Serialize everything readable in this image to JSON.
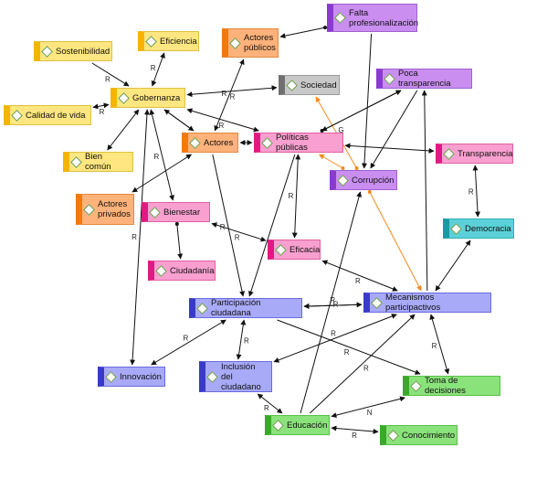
{
  "colors": {
    "yellow": {
      "fill": "#ffe680",
      "bar": "#f5b400",
      "border": "#e0c040"
    },
    "orange": {
      "fill": "#ffb27a",
      "bar": "#f07a10",
      "border": "#e08a40"
    },
    "gray": {
      "fill": "#c8c8c8",
      "bar": "#707070",
      "border": "#999999"
    },
    "purple": {
      "fill": "#c98ef0",
      "bar": "#8a3ad0",
      "border": "#a060d0"
    },
    "pink": {
      "fill": "#f9a0d0",
      "bar": "#e01a82",
      "border": "#e060a0"
    },
    "teal": {
      "fill": "#5cd0d8",
      "bar": "#1a9aa4",
      "border": "#30b0b8"
    },
    "blue": {
      "fill": "#a8aaf8",
      "bar": "#3a3ac8",
      "border": "#6a6ae0"
    },
    "green": {
      "fill": "#8ae27a",
      "bar": "#3aa82a",
      "border": "#5ac04a"
    },
    "edge": "#111111",
    "edge_highlight": "#f08a20"
  },
  "nodes": {
    "sostenibilidad": {
      "label": "Sostenibilidad",
      "color": "yellow"
    },
    "eficiencia": {
      "label": "Eficiencia",
      "color": "yellow"
    },
    "gobernanza": {
      "label": "Gobernanza",
      "color": "yellow"
    },
    "calidad_vida": {
      "label": "Calidad de vida",
      "color": "yellow"
    },
    "bien_comun": {
      "label": "Bien común",
      "color": "yellow"
    },
    "actores_publicos": {
      "label": "Actores\npúblicos",
      "color": "orange"
    },
    "actores": {
      "label": "Actores",
      "color": "orange"
    },
    "actores_privados": {
      "label": "Actores\nprivados",
      "color": "orange"
    },
    "sociedad": {
      "label": "Sociedad",
      "color": "gray"
    },
    "falta_prof": {
      "label": "Falta\nprofesionalización",
      "color": "purple"
    },
    "poca_transparencia": {
      "label": "Poca transparencia",
      "color": "purple"
    },
    "corrupcion": {
      "label": "Corrupción",
      "color": "purple"
    },
    "politicas": {
      "label": "Políticas públicas",
      "color": "pink"
    },
    "transparencia": {
      "label": "Transparencia",
      "color": "pink"
    },
    "bienestar": {
      "label": "Bienestar",
      "color": "pink"
    },
    "ciudadania": {
      "label": "Ciudadanía",
      "color": "pink"
    },
    "eficacia": {
      "label": "Eficacia",
      "color": "pink"
    },
    "democracia": {
      "label": "Democracia",
      "color": "teal"
    },
    "participacion": {
      "label": "Participación ciudadana",
      "color": "blue"
    },
    "mecanismos": {
      "label": "Mecanismos participactivos",
      "color": "blue"
    },
    "innovacion": {
      "label": "Innovación",
      "color": "blue"
    },
    "inclusion": {
      "label": "Inclusión del\nciudadano",
      "color": "blue"
    },
    "toma_decisiones": {
      "label": "Toma de decisiones",
      "color": "green"
    },
    "educacion": {
      "label": "Educación",
      "color": "green"
    },
    "conocimiento": {
      "label": "Conocimiento",
      "color": "green"
    }
  },
  "edges": [
    {
      "from": "sostenibilidad",
      "to": "gobernanza",
      "label": "R",
      "style": "arrow"
    },
    {
      "from": "eficiencia",
      "to": "gobernanza",
      "label": "R",
      "style": "both"
    },
    {
      "from": "calidad_vida",
      "to": "gobernanza",
      "label": "R",
      "style": "both"
    },
    {
      "from": "gobernanza",
      "to": "bien_comun",
      "label": "",
      "style": "both"
    },
    {
      "from": "gobernanza",
      "to": "sociedad",
      "label": "R",
      "style": "both"
    },
    {
      "from": "gobernanza",
      "to": "actores",
      "label": "",
      "style": "arrow"
    },
    {
      "from": "gobernanza",
      "to": "politicas",
      "label": "R",
      "style": "both"
    },
    {
      "from": "gobernanza",
      "to": "bienestar",
      "label": "R",
      "style": "both"
    },
    {
      "from": "gobernanza",
      "to": "innovacion",
      "label": "R",
      "style": "both"
    },
    {
      "from": "falta_prof",
      "to": "actores_publicos",
      "label": "",
      "style": "dot"
    },
    {
      "from": "falta_prof",
      "to": "corrupcion",
      "label": "",
      "style": "arrow"
    },
    {
      "from": "actores_publicos",
      "to": "actores",
      "label": "R",
      "style": "both"
    },
    {
      "from": "actores",
      "to": "politicas",
      "label": "",
      "style": "both"
    },
    {
      "from": "actores",
      "to": "actores_privados",
      "label": "",
      "style": "both"
    },
    {
      "from": "actores",
      "to": "gobernanza",
      "label": "",
      "style": "arrow"
    },
    {
      "from": "actores",
      "to": "participacion",
      "label": "R",
      "style": "arrow"
    },
    {
      "from": "politicas",
      "to": "transparencia",
      "label": "",
      "style": "both"
    },
    {
      "from": "politicas",
      "to": "eficacia",
      "label": "R",
      "style": "both"
    },
    {
      "from": "politicas",
      "to": "participacion",
      "label": "",
      "style": "arrow"
    },
    {
      "from": "politicas",
      "to": "poca_transparencia",
      "label": "",
      "style": "dot"
    },
    {
      "from": "corrupcion",
      "to": "sociedad",
      "label": "G",
      "style": "highlight"
    },
    {
      "from": "corrupcion",
      "to": "politicas",
      "label": "",
      "style": "highlight"
    },
    {
      "from": "corrupcion",
      "to": "mecanismos",
      "label": "",
      "style": "highlight"
    },
    {
      "from": "poca_transparencia",
      "to": "corrupcion",
      "label": "",
      "style": "arrow"
    },
    {
      "from": "poca_transparencia",
      "to": "politicas",
      "label": "",
      "style": "both"
    },
    {
      "from": "mecanismos",
      "to": "poca_transparencia",
      "label": "",
      "style": "arrow"
    },
    {
      "from": "transparencia",
      "to": "democracia",
      "label": "R",
      "style": "both"
    },
    {
      "from": "democracia",
      "to": "mecanismos",
      "label": "",
      "style": "both"
    },
    {
      "from": "bienestar",
      "to": "ciudadania",
      "label": "",
      "style": "dot"
    },
    {
      "from": "bienestar",
      "to": "eficacia",
      "label": "R",
      "style": "both"
    },
    {
      "from": "eficacia",
      "to": "mecanismos",
      "label": "R",
      "style": "both"
    },
    {
      "from": "participacion",
      "to": "mecanismos",
      "label": "",
      "style": "both"
    },
    {
      "from": "participacion",
      "to": "innovacion",
      "label": "R",
      "style": "both"
    },
    {
      "from": "participacion",
      "to": "toma_decisiones",
      "label": "R",
      "style": "arrow"
    },
    {
      "from": "mecanismos",
      "to": "inclusion",
      "label": "R",
      "style": "both"
    },
    {
      "from": "mecanismos",
      "to": "toma_decisiones",
      "label": "R",
      "style": "both"
    },
    {
      "from": "mecanismos",
      "to": "participacion",
      "label": "R",
      "style": "arrow"
    },
    {
      "from": "educacion",
      "to": "corrupcion",
      "label": "R",
      "style": "arrow"
    },
    {
      "from": "educacion",
      "to": "mecanismos",
      "label": "R",
      "style": "arrow"
    },
    {
      "from": "inclusion",
      "to": "participacion",
      "label": "R",
      "style": "both"
    },
    {
      "from": "inclusion",
      "to": "educacion",
      "label": "R",
      "style": "both"
    },
    {
      "from": "educacion",
      "to": "toma_decisiones",
      "label": "N",
      "style": "both"
    },
    {
      "from": "educacion",
      "to": "conocimiento",
      "label": "R",
      "style": "both"
    }
  ]
}
